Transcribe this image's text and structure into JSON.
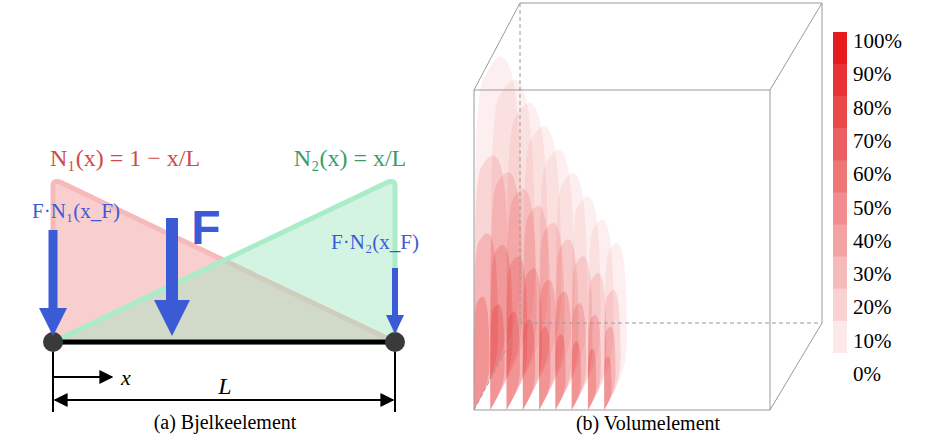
{
  "diagram": {
    "labels": [
      "N₁(x) = 1 − x/L",
      "N₂(x) = x/L",
      "F·N₁(x_F)",
      "F",
      "F·N₂(x_F)",
      "x",
      "L",
      "(a) Bjelkeelement",
      "(b) Volumelement"
    ],
    "legend": [
      {
        "text": "100%",
        "color": "#e41a1c"
      },
      {
        "text": "90%",
        "color": "#e73133"
      },
      {
        "text": "80%",
        "color": "#e94849"
      },
      {
        "text": "70%",
        "color": "#ec5f60"
      },
      {
        "text": "60%",
        "color": "#ef7677"
      },
      {
        "text": "50%",
        "color": "#f28c8e"
      },
      {
        "text": "40%",
        "color": "#f4a3a4"
      },
      {
        "text": "30%",
        "color": "#f7babb"
      },
      {
        "text": "20%",
        "color": "#fad1d2"
      },
      {
        "text": "10%",
        "color": "#fce8e8"
      },
      {
        "text": "0%",
        "color": "#ffffff"
      }
    ]
  }
}
